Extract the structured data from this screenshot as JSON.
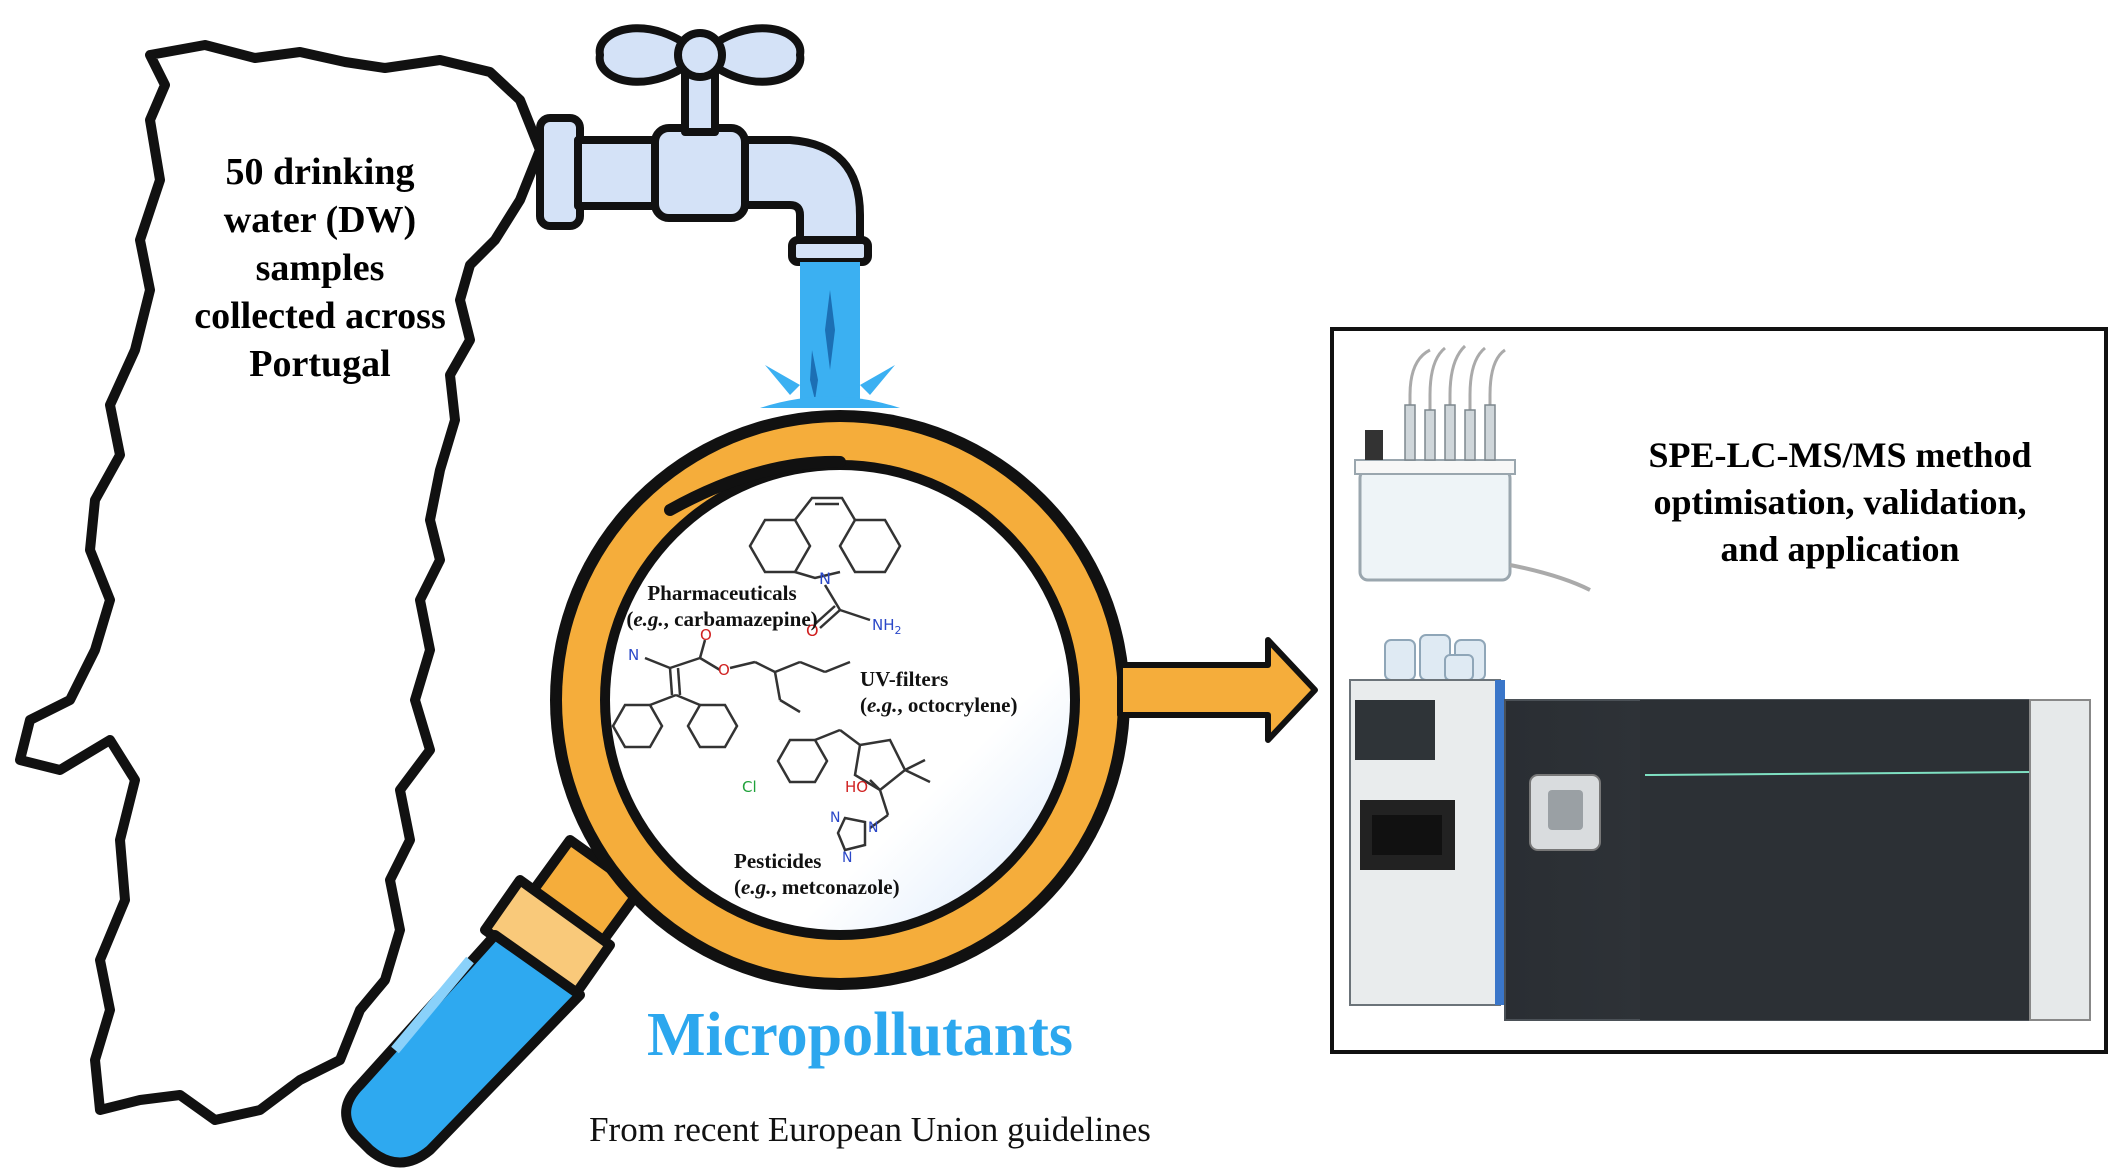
{
  "map": {
    "text_lines": [
      "50 drinking",
      "water (DW)",
      "samples",
      "collected across",
      "Portugal"
    ]
  },
  "magnifier": {
    "title": "Micropollutants",
    "subtitle": "From recent European Union guidelines",
    "compounds": [
      {
        "class": "Pharmaceuticals",
        "example_prefix": "e.g.",
        "example": "carbamazepine"
      },
      {
        "class": "UV-filters",
        "example_prefix": "e.g.",
        "example": "octocrylene"
      },
      {
        "class": "Pesticides",
        "example_prefix": "e.g.",
        "example": "metconazole"
      }
    ],
    "atom_labels": {
      "n1": "N",
      "o1": "O",
      "nh2": "NH",
      "nh2_sub": "2",
      "n2": "N",
      "o2": "O",
      "o3": "O",
      "cl": "Cl",
      "ho": "HO",
      "n3": "N",
      "n4": "N",
      "n5": "N"
    }
  },
  "method": {
    "text_lines": [
      "SPE-LC-MS/MS method",
      "optimisation, validation,",
      "and application"
    ]
  },
  "colors": {
    "outline": "#111111",
    "lens_ring": "#f5ad3b",
    "handle_grip": "#f9c97a",
    "handle_blue": "#2ea9f0",
    "water": "#3bb0f2",
    "faucet": "#d4e2f7",
    "arrow": "#f5ad3b",
    "title_blue": "#2ca7ee",
    "instrument": "#2e3236"
  }
}
